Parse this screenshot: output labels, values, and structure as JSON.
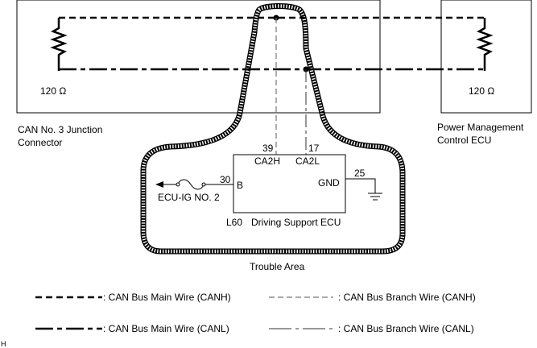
{
  "diagram": {
    "junction_connector": {
      "resistance": "120 Ω",
      "name_line1": "CAN No. 3 Junction",
      "name_line2": "Connector"
    },
    "power_management_ecu": {
      "resistance": "120 Ω",
      "name_line1": "Power Management",
      "name_line2": "Control ECU"
    },
    "driving_support_ecu": {
      "connector": "L60",
      "name": "Driving Support ECU",
      "pin_ca2h_number": "39",
      "pin_ca2h_label": "CA2H",
      "pin_ca2l_number": "17",
      "pin_ca2l_label": "CA2L",
      "pin_b_number": "30",
      "pin_b_label": "B",
      "pin_gnd_number": "25",
      "pin_gnd_label": "GND"
    },
    "fuse_label": "ECU-IG NO. 2",
    "trouble_area_label": "Trouble Area",
    "corner_mark": "H"
  },
  "legend": {
    "main_canh": ": CAN Bus Main Wire (CANH)",
    "main_canl": ": CAN Bus Main Wire (CANL)",
    "branch_canh": ": CAN Bus Branch Wire (CANH)",
    "branch_canl": ": CAN Bus Branch Wire (CANL)"
  }
}
